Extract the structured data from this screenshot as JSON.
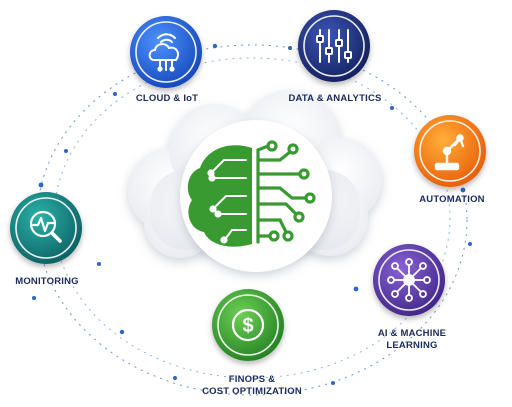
{
  "nodes": {
    "cloud_iot": {
      "label": "CLOUD & IoT",
      "icon": "cloud-wifi-icon",
      "color": "#1f5fd6"
    },
    "data_analytics": {
      "label": "DATA & ANALYTICS",
      "icon": "sliders-icon",
      "color": "#1d2f7a"
    },
    "automation": {
      "label": "AUTOMATION",
      "icon": "robot-arm-icon",
      "color": "#f07a10"
    },
    "ai_ml": {
      "label_line1": "AI & MACHINE",
      "label_line2": "LEARNING",
      "icon": "neural-network-icon",
      "color": "#5b3aa6"
    },
    "finops": {
      "label_line1": "FINOPS &",
      "label_line2": "COST OPTIMIZATION",
      "icon": "dollar-icon",
      "color": "#3aa43a"
    },
    "monitoring": {
      "label": "MONITORING",
      "icon": "magnifier-pulse-icon",
      "color": "#14807a"
    }
  },
  "center": {
    "icon": "circuit-brain-icon",
    "color": "#3a9a32"
  },
  "colors": {
    "ring_dots": "#2b66c8",
    "label": "#1a2a5e"
  }
}
